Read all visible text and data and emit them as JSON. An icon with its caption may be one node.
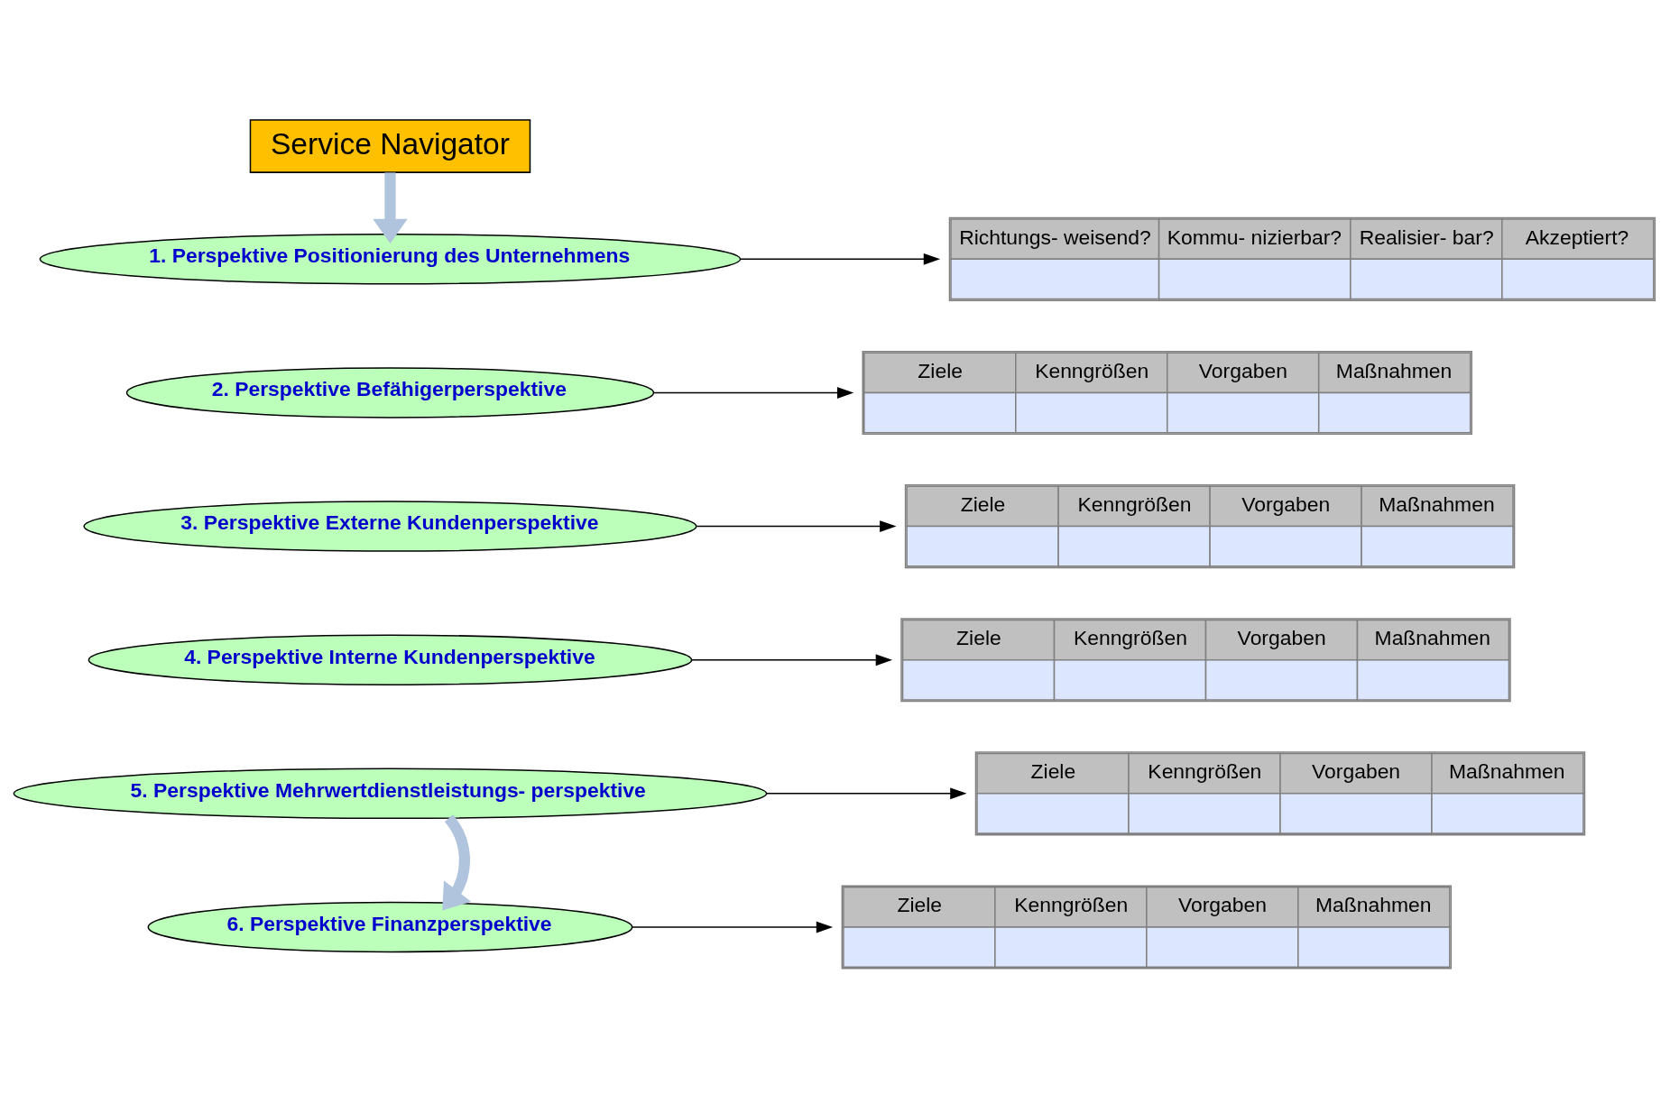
{
  "diagram": {
    "nodes": [
      {
        "text": [
          "Service Navigator"
        ]
      },
      {
        "text": [
          "1. Perspektive Positionierung des Unternehmens"
        ]
      },
      {
        "text": [
          "2. Perspektive Befähigerperspektive"
        ]
      },
      {
        "text": [
          "3. Perspektive Externe Kundenperspektive"
        ]
      },
      {
        "text": [
          "4. Perspektive Interne Kundenperspektive"
        ]
      },
      {
        "text": [
          "5. Perspektive Mehrwertdienstleistungs- perspektive"
        ]
      },
      {
        "text": [
          "6. Perspektive Finanzperspektive"
        ]
      },
      {
        "text": [
          "Richtungs- weisend?",
          "Kommu- nizierbar?",
          "Realisier- bar?",
          "Akzeptiert?"
        ]
      },
      {
        "text": [
          "Ziele",
          "Kenngrößen",
          "Vorgaben",
          "Maßnahmen"
        ]
      },
      {
        "text": [
          "Ziele",
          "Kenngrößen",
          "Vorgaben",
          "Maßnahmen"
        ]
      },
      {
        "text": [
          "Ziele",
          "Kenngrößen",
          "Vorgaben",
          "Maßnahmen"
        ]
      },
      {
        "text": [
          "Ziele",
          "Kenngrößen",
          "Vorgaben",
          "Maßnahmen"
        ]
      },
      {
        "text": [
          "Ziele",
          "Kenngrößen",
          "Vorgaben",
          "Maßnahmen"
        ]
      }
    ],
    "edges": [
      {
        "from": 0,
        "to": 1,
        "arrow": "to",
        "style": "thick",
        "color": "#b0c4de"
      },
      {
        "from": 5,
        "to": 6,
        "arrow": "to",
        "style": "thick",
        "color": "#b0c4de"
      },
      {
        "from": 1,
        "to": 7,
        "arrow": "to"
      },
      {
        "from": 2,
        "to": 8,
        "arrow": "to"
      },
      {
        "from": 3,
        "to": 9,
        "arrow": "to"
      },
      {
        "from": 4,
        "to": 10,
        "arrow": "to"
      },
      {
        "from": 5,
        "to": 11,
        "arrow": "to"
      },
      {
        "from": 6,
        "to": 12,
        "arrow": "to"
      }
    ]
  }
}
